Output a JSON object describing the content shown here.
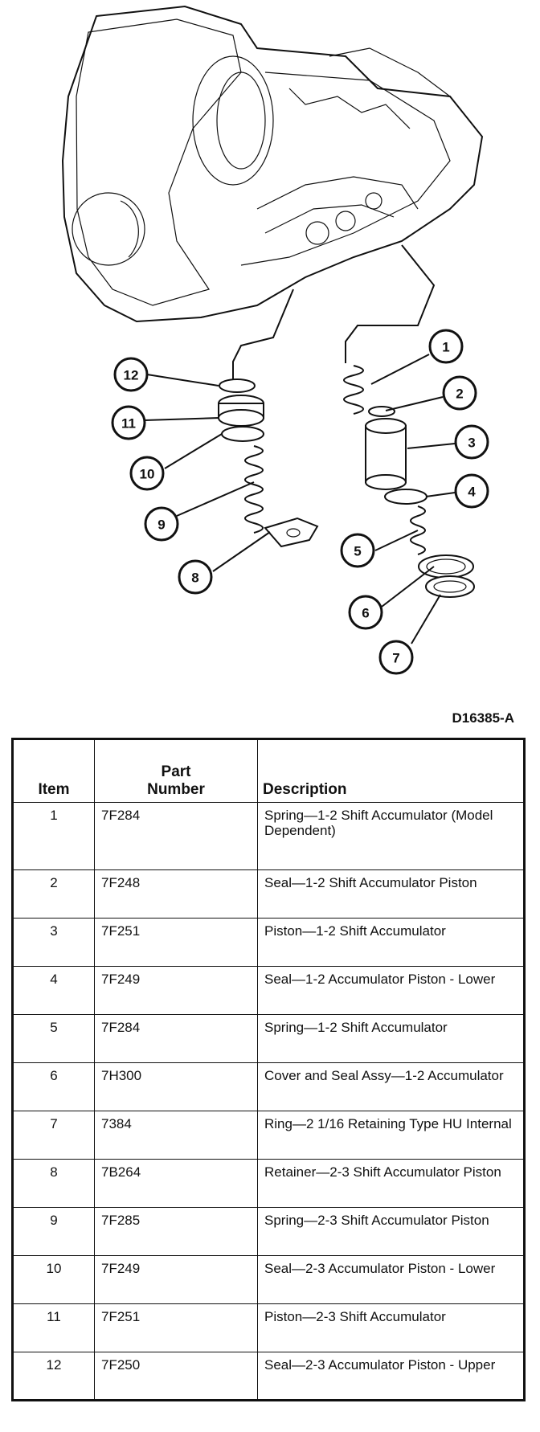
{
  "figure": {
    "id": "D16385-A",
    "callouts": [
      "1",
      "2",
      "3",
      "4",
      "5",
      "6",
      "7",
      "8",
      "9",
      "10",
      "11",
      "12"
    ]
  },
  "table": {
    "headers": {
      "item": "Item",
      "part_line1": "Part",
      "part_line2": "Number",
      "description": "Description"
    },
    "rows": [
      {
        "item": "1",
        "part": "7F284",
        "description": "Spring—1-2 Shift Accumulator (Model Dependent)"
      },
      {
        "item": "2",
        "part": "7F248",
        "description": "Seal—1-2 Shift Accumulator Piston"
      },
      {
        "item": "3",
        "part": "7F251",
        "description": "Piston—1-2 Shift Accumulator"
      },
      {
        "item": "4",
        "part": "7F249",
        "description": "Seal—1-2 Accumulator Piston - Lower"
      },
      {
        "item": "5",
        "part": "7F284",
        "description": "Spring—1-2 Shift Accumulator"
      },
      {
        "item": "6",
        "part": "7H300",
        "description": "Cover and Seal Assy—1-2 Accumulator"
      },
      {
        "item": "7",
        "part": "7384",
        "description": "Ring—2 1/16 Retaining Type HU Internal"
      },
      {
        "item": "8",
        "part": "7B264",
        "description": "Retainer—2-3 Shift Accumulator Piston"
      },
      {
        "item": "9",
        "part": "7F285",
        "description": "Spring—2-3 Shift Accumulator Piston"
      },
      {
        "item": "10",
        "part": "7F249",
        "description": "Seal—2-3 Accumulator Piston - Lower"
      },
      {
        "item": "11",
        "part": "7F251",
        "description": "Piston—2-3 Shift Accumulator"
      },
      {
        "item": "12",
        "part": "7F250",
        "description": "Seal—2-3 Accumulator Piston - Upper"
      }
    ]
  }
}
